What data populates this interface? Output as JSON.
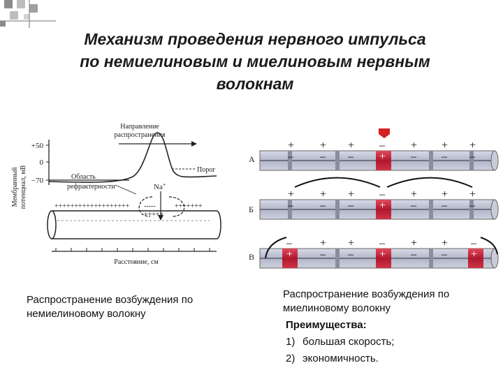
{
  "title_line1": "Механизм проведения нервного импульса",
  "title_line2": "по немиелиновым и миелиновым нервным",
  "title_line3": "волокнам",
  "left_fig": {
    "ylabel_line1": "Мембранный",
    "ylabel_line2": "потенциал, мВ",
    "tick_plus50": "+50",
    "tick_zero": "0",
    "tick_minus70": "−70",
    "direction_line1": "Направление",
    "direction_line2": "распространения",
    "refractory_line1": "Область",
    "refractory_line2": "рефрактерности",
    "threshold": "Порог",
    "sodium": "Na",
    "sodium_sup": "+",
    "xlabel": "Расстояние, см",
    "plus_left": "+++++++++++++++++++",
    "minus_mid": "-----",
    "plus_right": "+++++++",
    "plus_inner": "+++++"
  },
  "right_fig": {
    "row_labels": [
      "А",
      "Б",
      "В"
    ],
    "plus": "+",
    "minus": "–"
  },
  "caption_left": "Распространение возбуждения по немиелиновому волокну",
  "caption_right_line1": "Распространение возбуждения по",
  "caption_right_line2": "миелиновому волокну",
  "advantages_title": "Преимущества:",
  "advantages": [
    {
      "num": "1)",
      "text": "большая скорость;"
    },
    {
      "num": "2)",
      "text": "экономичность."
    }
  ]
}
